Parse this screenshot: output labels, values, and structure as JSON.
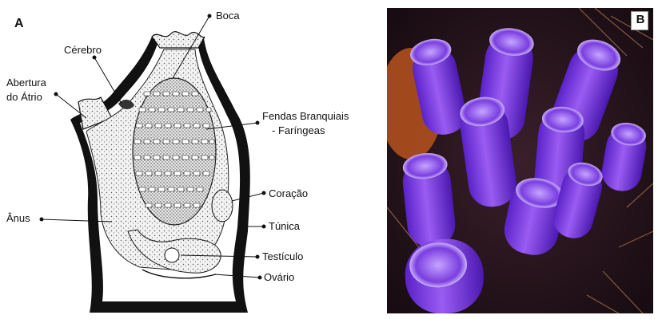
{
  "panel_a": {
    "letter": "A",
    "labels": {
      "boca": "Boca",
      "cerebro": "Cérebro",
      "abertura_1": "Abertura",
      "abertura_2": "do Átrio",
      "fendas_1": "Fendas Branquiais",
      "fendas_2": "- Faríngeas",
      "coracao": "Coração",
      "anus": "Ânus",
      "tunica": "Túnica",
      "testiculo": "Testículo",
      "ovario": "Ovário"
    }
  },
  "panel_b": {
    "letter": "B"
  }
}
